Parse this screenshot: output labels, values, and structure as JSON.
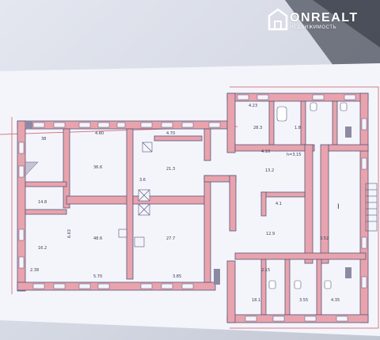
{
  "watermark": {
    "brand": "ONREALT",
    "tagline": "НЕДВИЖИМОСТЬ",
    "logo_icon": "house-icon"
  },
  "plan": {
    "wall_color": "#e8a3ad",
    "line_color": "#55567a",
    "paper_color": "#f4f5fb",
    "room_labels": [
      {
        "id": "r1",
        "text": "38"
      },
      {
        "id": "r2",
        "text": "14.8"
      },
      {
        "id": "r3",
        "text": "36.6"
      },
      {
        "id": "r4",
        "text": "21.3"
      },
      {
        "id": "r5",
        "text": "3.6"
      },
      {
        "id": "r6",
        "text": "48.6"
      },
      {
        "id": "r7",
        "text": "27.7"
      },
      {
        "id": "r8",
        "text": "16.2"
      },
      {
        "id": "r9",
        "text": "13.2"
      },
      {
        "id": "r10",
        "text": "I"
      },
      {
        "id": "r11",
        "text": "4.1"
      },
      {
        "id": "r12",
        "text": "12.9"
      },
      {
        "id": "r13",
        "text": "28.3"
      },
      {
        "id": "r14",
        "text": "1.8"
      },
      {
        "id": "r15",
        "text": "18.1"
      },
      {
        "id": "r16",
        "text": "3.55"
      },
      {
        "id": "r17",
        "text": "4.35"
      }
    ],
    "dimension_labels": [
      {
        "id": "d1",
        "text": "4.80"
      },
      {
        "id": "d2",
        "text": "4.70"
      },
      {
        "id": "d3",
        "text": "6.63"
      },
      {
        "id": "d4",
        "text": "3.85"
      },
      {
        "id": "d5",
        "text": "4.10"
      },
      {
        "id": "d6",
        "text": "h=3.15"
      },
      {
        "id": "d7",
        "text": "4.23"
      },
      {
        "id": "d8",
        "text": "2.15"
      },
      {
        "id": "d9",
        "text": "5.70"
      },
      {
        "id": "d10",
        "text": "2.38"
      },
      {
        "id": "d11",
        "text": "3.52"
      }
    ]
  }
}
